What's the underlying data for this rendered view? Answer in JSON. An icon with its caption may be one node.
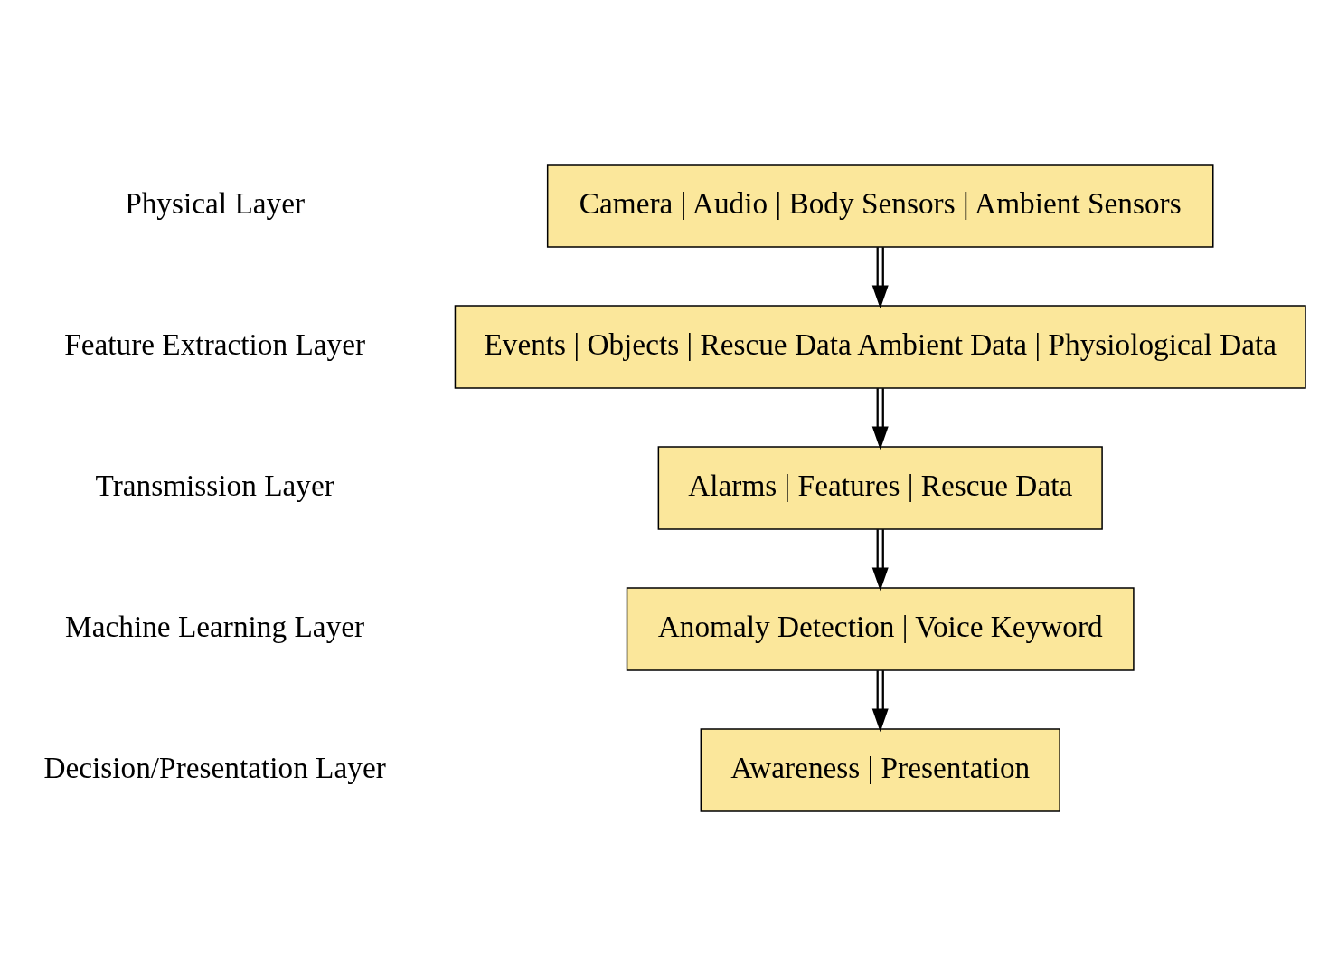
{
  "diagram": {
    "nodes": [
      {
        "text": [
          "Camera | Audio | Body Sensors | Ambient Sensors"
        ]
      },
      {
        "text": [
          "Events | Objects | Rescue Data Ambient Data | Physiological Data"
        ]
      },
      {
        "text": [
          "Alarms | Features | Rescue Data"
        ]
      },
      {
        "text": [
          "Anomaly Detection | Voice Keyword"
        ]
      },
      {
        "text": [
          "Awareness | Presentation"
        ]
      }
    ],
    "edges": [
      {
        "from": 0,
        "to": 1,
        "arrow": "to"
      },
      {
        "from": 1,
        "to": 2,
        "arrow": "to"
      },
      {
        "from": 2,
        "to": 3,
        "arrow": "to"
      },
      {
        "from": 3,
        "to": 4,
        "arrow": "to"
      }
    ],
    "labels": [
      "Physical Layer",
      "Feature Extraction Layer",
      "Transmission Layer",
      "Machine Learning Layer",
      "Decision/Presentation Layer"
    ]
  }
}
